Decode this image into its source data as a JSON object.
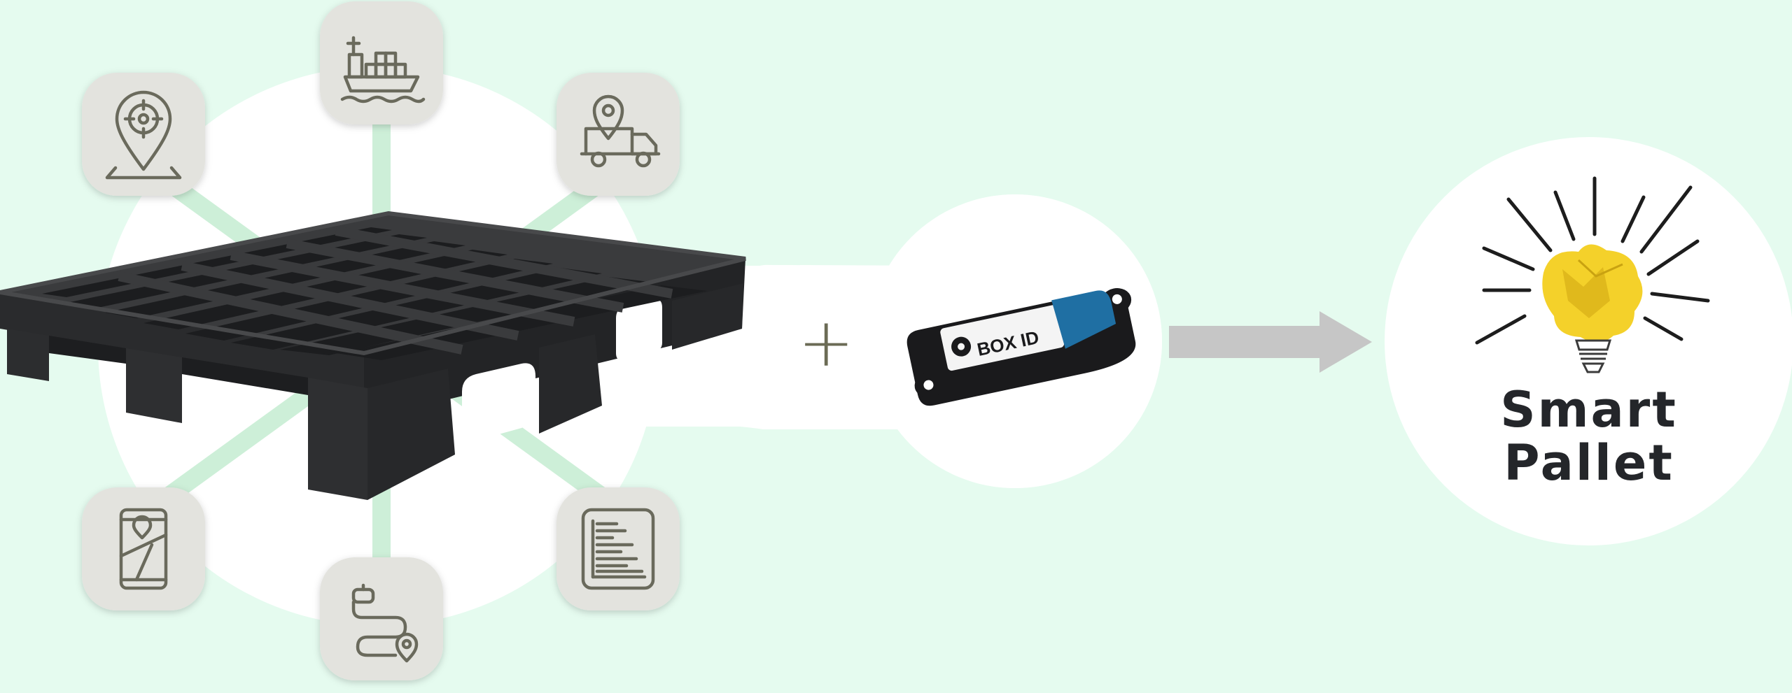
{
  "diagram": {
    "operator": "+",
    "tracker_brand": "BOX ID",
    "result_title_line1": "Smart",
    "result_title_line2": "Pallet"
  },
  "icons": [
    "location-target-pin-icon",
    "cargo-ship-icon",
    "delivery-truck-location-icon",
    "mobile-map-icon",
    "route-path-icon",
    "analytics-report-icon"
  ],
  "colors": {
    "background": "#e5fbef",
    "icon_tile": "#e3e3de",
    "icon_stroke": "#6a6a5c",
    "connector": "#cdefd8",
    "arrow": "#c6c6c6",
    "pallet": "#38393b",
    "tracker_accent": "#1f6fa3",
    "bulb": "#f4d12a"
  }
}
